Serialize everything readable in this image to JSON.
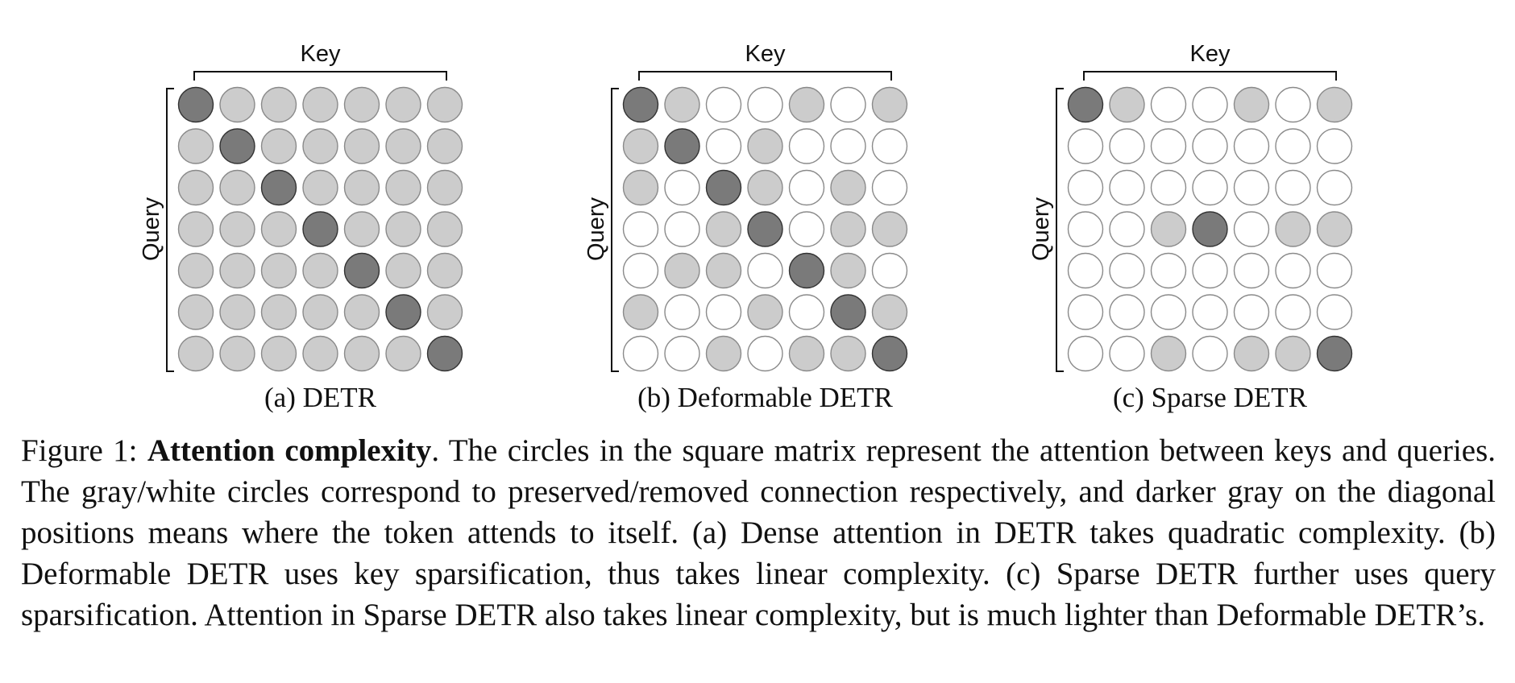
{
  "colors": {
    "diagonal": "#7a7a7a",
    "preserved": "#cccccc",
    "removed": "#ffffff",
    "stroke": "#8a8a8a"
  },
  "panels": [
    {
      "key_label": "Key",
      "query_label": "Query",
      "caption": "(a) DETR",
      "matrix": [
        [
          2,
          1,
          1,
          1,
          1,
          1,
          1
        ],
        [
          1,
          2,
          1,
          1,
          1,
          1,
          1
        ],
        [
          1,
          1,
          2,
          1,
          1,
          1,
          1
        ],
        [
          1,
          1,
          1,
          2,
          1,
          1,
          1
        ],
        [
          1,
          1,
          1,
          1,
          2,
          1,
          1
        ],
        [
          1,
          1,
          1,
          1,
          1,
          2,
          1
        ],
        [
          1,
          1,
          1,
          1,
          1,
          1,
          2
        ]
      ]
    },
    {
      "key_label": "Key",
      "query_label": "Query",
      "caption": "(b) Deformable DETR",
      "matrix": [
        [
          2,
          1,
          0,
          0,
          1,
          0,
          1
        ],
        [
          1,
          2,
          0,
          1,
          0,
          0,
          0
        ],
        [
          1,
          0,
          2,
          1,
          0,
          1,
          0
        ],
        [
          0,
          0,
          1,
          2,
          0,
          1,
          1
        ],
        [
          0,
          1,
          1,
          0,
          2,
          1,
          0
        ],
        [
          1,
          0,
          0,
          1,
          0,
          2,
          1
        ],
        [
          0,
          0,
          1,
          0,
          1,
          1,
          2
        ]
      ]
    },
    {
      "key_label": "Key",
      "query_label": "Query",
      "caption": "(c) Sparse DETR",
      "matrix": [
        [
          2,
          1,
          0,
          0,
          1,
          0,
          1
        ],
        [
          0,
          0,
          0,
          0,
          0,
          0,
          0
        ],
        [
          0,
          0,
          0,
          0,
          0,
          0,
          0
        ],
        [
          0,
          0,
          1,
          2,
          0,
          1,
          1
        ],
        [
          0,
          0,
          0,
          0,
          0,
          0,
          0
        ],
        [
          0,
          0,
          0,
          0,
          0,
          0,
          0
        ],
        [
          0,
          0,
          1,
          0,
          1,
          1,
          2
        ]
      ]
    }
  ],
  "caption": {
    "label": "Figure 1:",
    "title": "Attention complexity",
    "text": ". The circles in the square matrix represent the attention between keys and queries. The gray/white circles correspond to preserved/removed connection respectively, and darker gray on the diagonal positions means where the token attends to itself. (a) Dense attention in DETR takes quadratic complexity. (b) Deformable DETR uses key sparsification, thus takes linear complexity. (c) Sparse DETR further uses query sparsification. Attention in Sparse DETR also takes linear complexity, but is much lighter than Deformable DETR’s."
  }
}
